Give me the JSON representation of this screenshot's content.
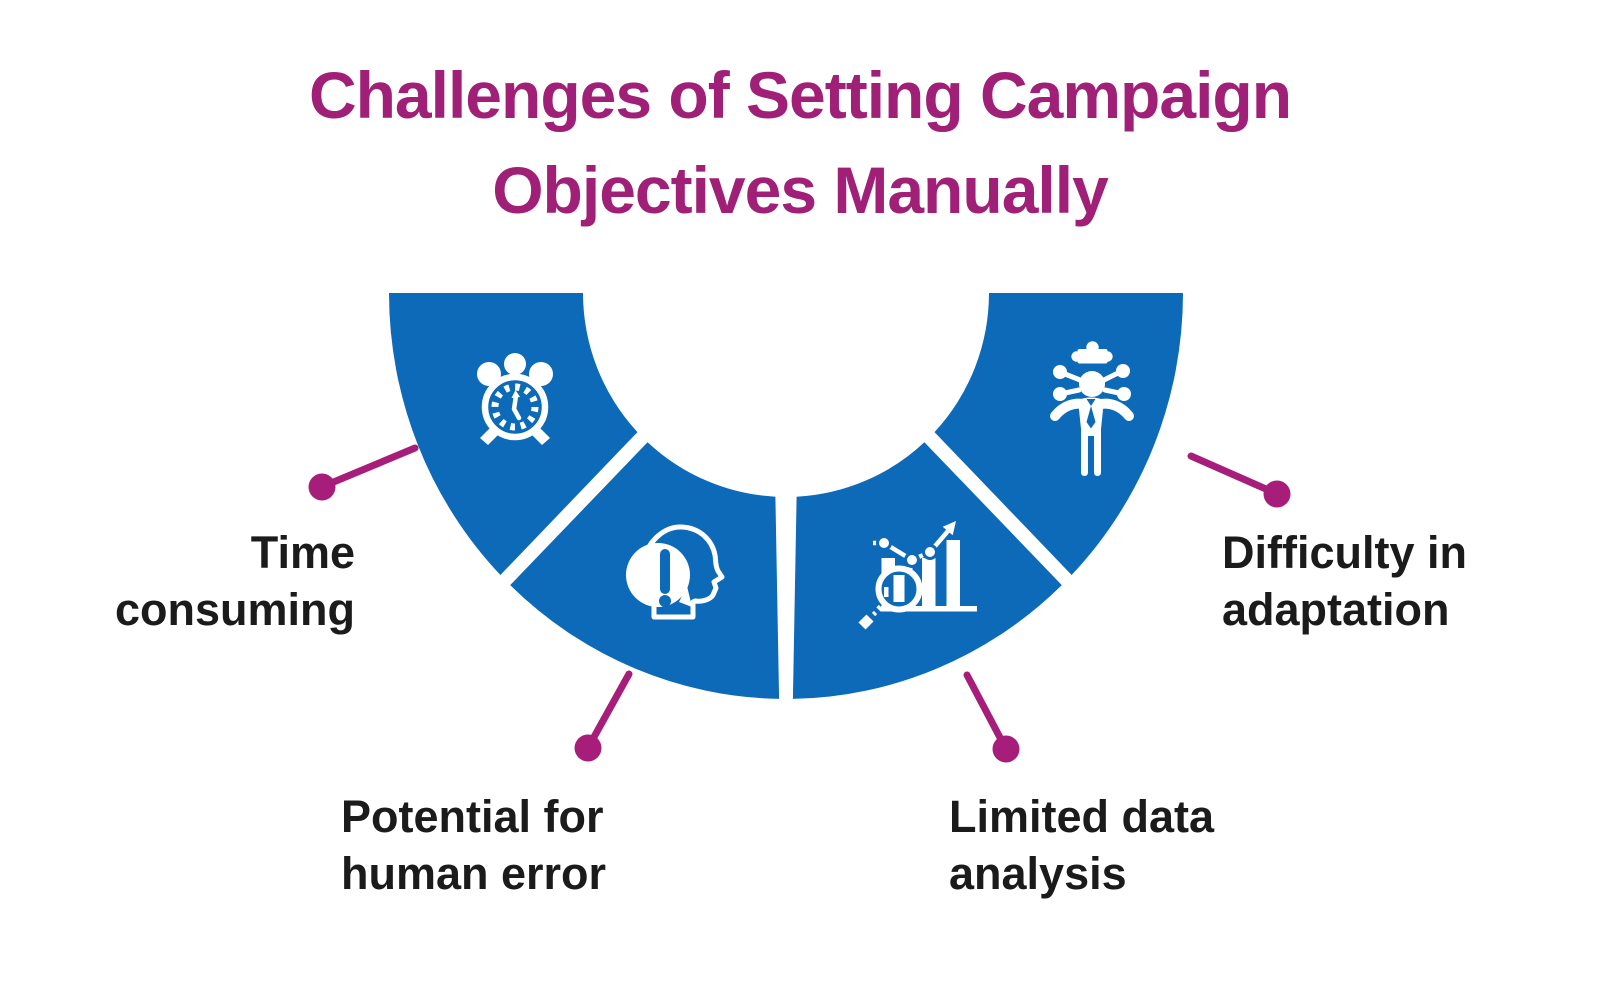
{
  "title": {
    "line1": "Challenges of Setting Campaign",
    "line2": "Objectives Manually"
  },
  "colors": {
    "background": "#ffffff",
    "accent_title": "#9f2076",
    "accent_connector": "#a61d7a",
    "segment_blue": "#0c6ab8",
    "icon_white": "#ffffff",
    "label_text": "#1b1b1b"
  },
  "segments": [
    {
      "label": {
        "line1": "Time",
        "line2": "consuming"
      },
      "icon": "alarm-clock-icon"
    },
    {
      "label": {
        "line1": "Potential for",
        "line2": "human error"
      },
      "icon": "head-exclamation-icon"
    },
    {
      "label": {
        "line1": "Limited data",
        "line2": "analysis"
      },
      "icon": "chart-magnifier-icon"
    },
    {
      "label": {
        "line1": "Difficulty in",
        "line2": "adaptation"
      },
      "icon": "person-puzzle-icon"
    }
  ]
}
